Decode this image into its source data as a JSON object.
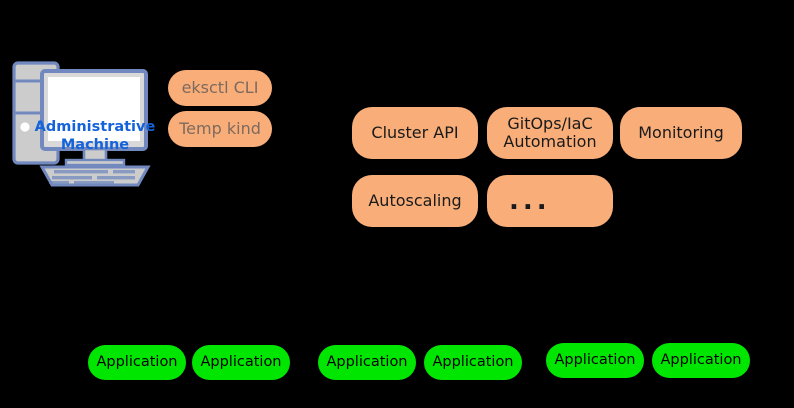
{
  "diagram": {
    "background_color": "#000000",
    "title_hidden": true
  },
  "admin_machine": {
    "icon_name": "desktop-computer-icon",
    "label_line1": "Administrative",
    "label_line2": "Machine",
    "label_color": "#1463DB",
    "colors": {
      "outline": "#7189BF",
      "body": "#CCCCCC",
      "screen": "#FFFFFF",
      "bezel": "#D9D9D9"
    }
  },
  "tool_pills": {
    "fill_color": "#F9AE79",
    "text_color": "#7D6A5E",
    "items": [
      {
        "label": "eksctl CLI"
      },
      {
        "label": "Temp kind"
      }
    ]
  },
  "component_pills": {
    "fill_color": "#F9AE79",
    "text_color": "#1A1A1A",
    "items": [
      {
        "label": "Cluster API"
      },
      {
        "label": "GitOps/IaC\nAutomation",
        "line1": "GitOps/IaC",
        "line2": "Automation"
      },
      {
        "label": "Monitoring"
      },
      {
        "label": "Autoscaling"
      },
      {
        "label": "..."
      }
    ]
  },
  "application_pills": {
    "fill_color": "#00E600",
    "text_color": "#000000",
    "label": "Application",
    "count": 6,
    "groups": [
      {
        "items": [
          "Application",
          "Application"
        ]
      },
      {
        "items": [
          "Application",
          "Application"
        ]
      },
      {
        "items": [
          "Application",
          "Application"
        ]
      }
    ]
  }
}
